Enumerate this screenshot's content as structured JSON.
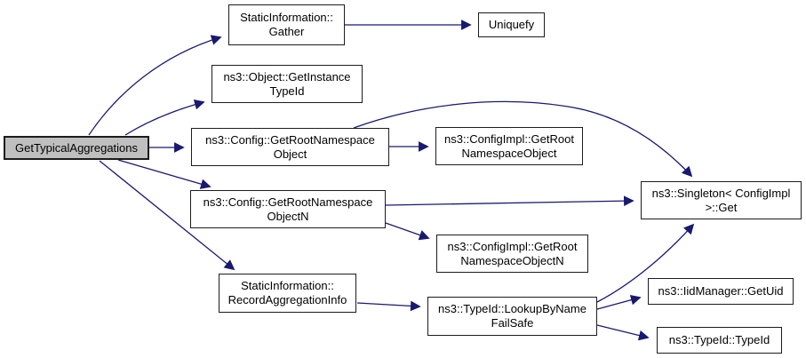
{
  "diagram": {
    "kind": "doxygen-call-graph",
    "root_function": "GetTypicalAggregations"
  },
  "colors": {
    "edge": "#191970",
    "node_fill": "#ffffff",
    "node_border": "#1c1c1c",
    "highlight_fill": "#bfbfbf",
    "text": "#000000"
  },
  "nodes": [
    {
      "id": "get-typical-aggregations",
      "label": "GetTypicalAggregations",
      "highlighted": true
    },
    {
      "id": "static-information-gather",
      "label": "StaticInformation::\nGather"
    },
    {
      "id": "uniquefy",
      "label": "Uniquefy"
    },
    {
      "id": "object-get-instance-type-id",
      "label": "ns3::Object::GetInstance\nTypeId"
    },
    {
      "id": "config-get-root-namespace-object",
      "label": "ns3::Config::GetRootNamespace\nObject"
    },
    {
      "id": "configimpl-get-root-namespace-object",
      "label": "ns3::ConfigImpl::GetRoot\nNamespaceObject"
    },
    {
      "id": "config-get-root-namespace-object-n",
      "label": "ns3::Config::GetRootNamespace\nObjectN"
    },
    {
      "id": "configimpl-get-root-namespace-object-n",
      "label": "ns3::ConfigImpl::GetRoot\nNamespaceObjectN"
    },
    {
      "id": "singleton-configimpl-get",
      "label": "ns3::Singleton< ConfigImpl\n>::Get"
    },
    {
      "id": "static-information-record-aggregation-info",
      "label": "StaticInformation::\nRecordAggregationInfo"
    },
    {
      "id": "typeid-lookup-by-name-fail-safe",
      "label": "ns3::TypeId::LookupByName\nFailSafe"
    },
    {
      "id": "iid-manager-get-uid",
      "label": "ns3::IidManager::GetUid"
    },
    {
      "id": "typeid-typeid",
      "label": "ns3::TypeId::TypeId"
    }
  ],
  "edges": [
    {
      "from": "GetTypicalAggregations",
      "to": "StaticInformation::Gather"
    },
    {
      "from": "GetTypicalAggregations",
      "to": "ns3::Object::GetInstanceTypeId"
    },
    {
      "from": "GetTypicalAggregations",
      "to": "ns3::Config::GetRootNamespaceObject"
    },
    {
      "from": "GetTypicalAggregations",
      "to": "ns3::Config::GetRootNamespaceObjectN"
    },
    {
      "from": "GetTypicalAggregations",
      "to": "StaticInformation::RecordAggregationInfo"
    },
    {
      "from": "StaticInformation::Gather",
      "to": "Uniquefy"
    },
    {
      "from": "ns3::Config::GetRootNamespaceObject",
      "to": "ns3::ConfigImpl::GetRootNamespaceObject"
    },
    {
      "from": "ns3::Config::GetRootNamespaceObject",
      "to": "ns3::Singleton< ConfigImpl >::Get"
    },
    {
      "from": "ns3::Config::GetRootNamespaceObjectN",
      "to": "ns3::Singleton< ConfigImpl >::Get"
    },
    {
      "from": "ns3::Config::GetRootNamespaceObjectN",
      "to": "ns3::ConfigImpl::GetRootNamespaceObjectN"
    },
    {
      "from": "StaticInformation::RecordAggregationInfo",
      "to": "ns3::TypeId::LookupByNameFailSafe"
    },
    {
      "from": "ns3::TypeId::LookupByNameFailSafe",
      "to": "ns3::Singleton< ConfigImpl >::Get"
    },
    {
      "from": "ns3::TypeId::LookupByNameFailSafe",
      "to": "ns3::IidManager::GetUid"
    },
    {
      "from": "ns3::TypeId::LookupByNameFailSafe",
      "to": "ns3::TypeId::TypeId"
    }
  ]
}
